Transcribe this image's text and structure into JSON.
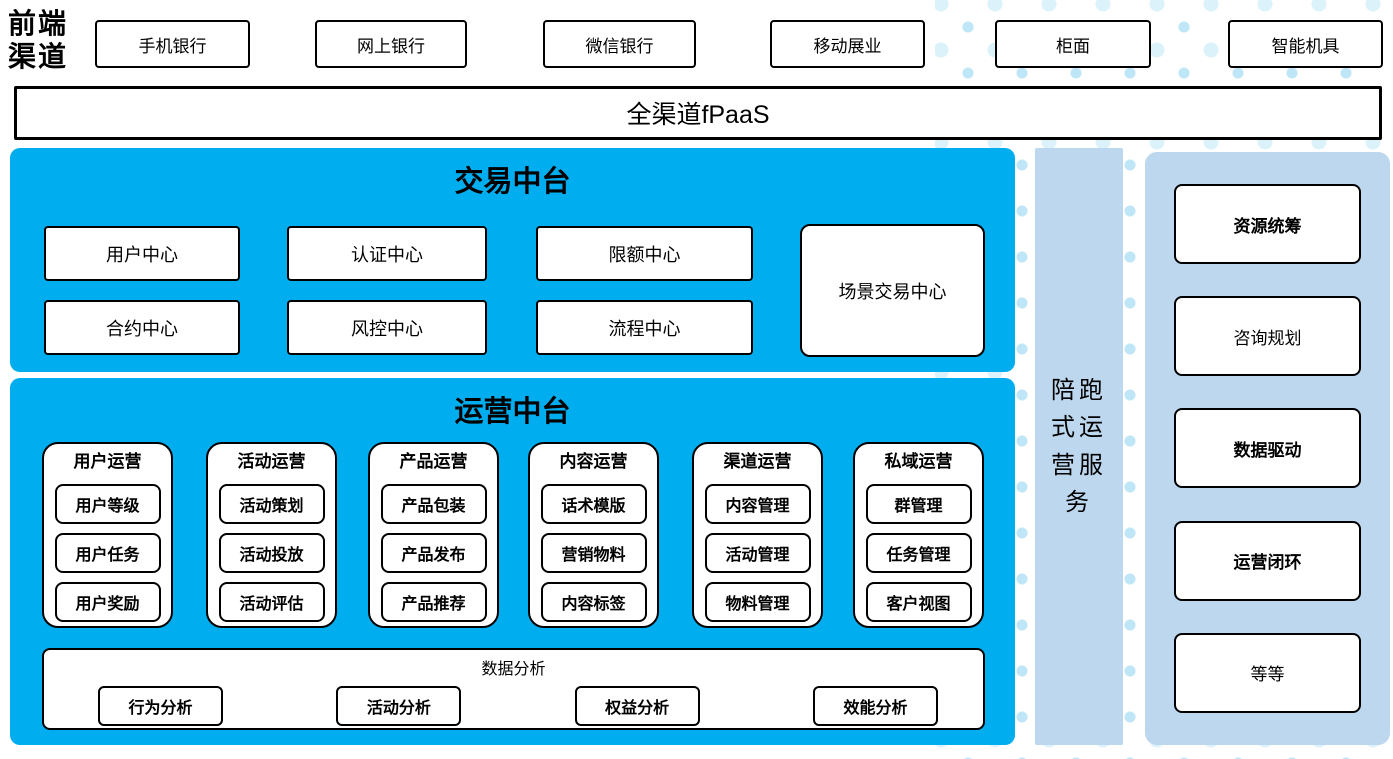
{
  "colors": {
    "primary_blue": "#00AEEF",
    "light_blue": "#BCD7EE",
    "dot_light": "#DCF2FB",
    "dot_dark": "#BEE6F7",
    "box_border": "#000000"
  },
  "front_channels": {
    "label": "前端渠道",
    "items": [
      "手机银行",
      "网上银行",
      "微信银行",
      "移动展业",
      "柜面",
      "智能机具"
    ]
  },
  "fpaas": {
    "label": "全渠道fPaaS"
  },
  "trade_platform": {
    "title": "交易中台",
    "row1": [
      "用户中心",
      "认证中心",
      "限额中心"
    ],
    "row2": [
      "合约中心",
      "风控中心",
      "流程中心"
    ],
    "scene_center": "场景交易中心"
  },
  "ops_platform": {
    "title": "运营中台",
    "columns": [
      {
        "header": "用户运营",
        "items": [
          "用户等级",
          "用户任务",
          "用户奖励"
        ]
      },
      {
        "header": "活动运营",
        "items": [
          "活动策划",
          "活动投放",
          "活动评估"
        ]
      },
      {
        "header": "产品运营",
        "items": [
          "产品包装",
          "产品发布",
          "产品推荐"
        ]
      },
      {
        "header": "内容运营",
        "items": [
          "话术模版",
          "营销物料",
          "内容标签"
        ]
      },
      {
        "header": "渠道运营",
        "items": [
          "内容管理",
          "活动管理",
          "物料管理"
        ]
      },
      {
        "header": "私域运营",
        "items": [
          "群管理",
          "任务管理",
          "客户视图"
        ]
      }
    ],
    "analysis": {
      "title": "数据分析",
      "items": [
        "行为分析",
        "活动分析",
        "权益分析",
        "效能分析"
      ]
    }
  },
  "companion_bar": {
    "label": "陪跑式运营服务"
  },
  "right_panel": {
    "items": [
      "资源统筹",
      "咨询规划",
      "数据驱动",
      "运营闭环",
      "等等"
    ]
  }
}
